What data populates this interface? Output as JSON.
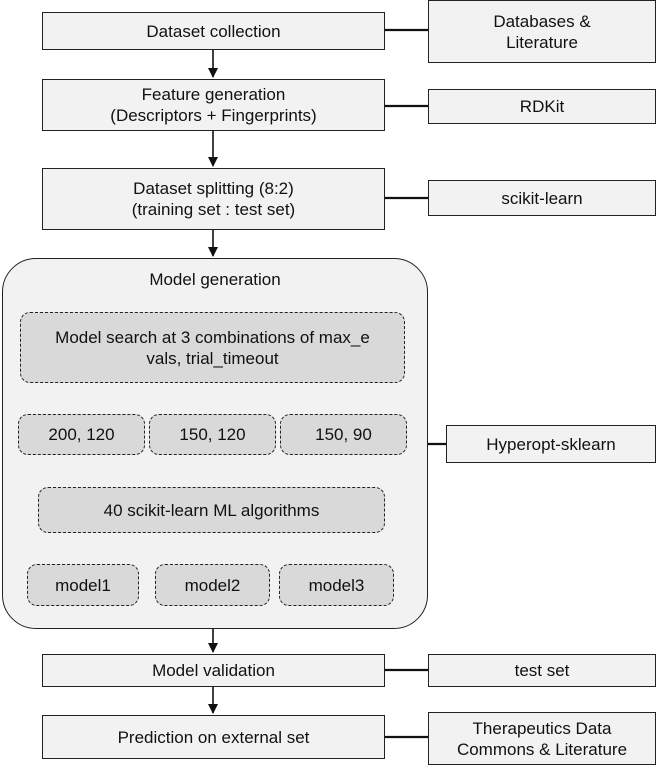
{
  "steps": {
    "dataset_collection": [
      "Dataset collection"
    ],
    "feature_generation": [
      "Feature generation",
      "(Descriptors + Fingerprints)"
    ],
    "dataset_splitting": [
      "Dataset splitting  (8:2)",
      "(training set : test set)"
    ],
    "model_validation": [
      "Model validation"
    ],
    "prediction": [
      "Prediction on external set"
    ]
  },
  "tools": {
    "databases": [
      "Databases &",
      "Literature"
    ],
    "rdkit": [
      "RDKit"
    ],
    "scikit_learn": [
      "scikit-learn"
    ],
    "hyperopt": [
      "Hyperopt-sklearn"
    ],
    "test_set": [
      "test set"
    ],
    "tdc": [
      "Therapeutics Data",
      "Commons & Literature"
    ]
  },
  "model_generation": {
    "title": "Model generation",
    "search": [
      "Model search at 3 combinations of max_e",
      "vals, trial_timeout"
    ],
    "combos": [
      "200, 120",
      "150, 120",
      "150, 90"
    ],
    "algorithms": "40 scikit-learn ML algorithms",
    "models": [
      "model1",
      "model2",
      "model3"
    ]
  }
}
